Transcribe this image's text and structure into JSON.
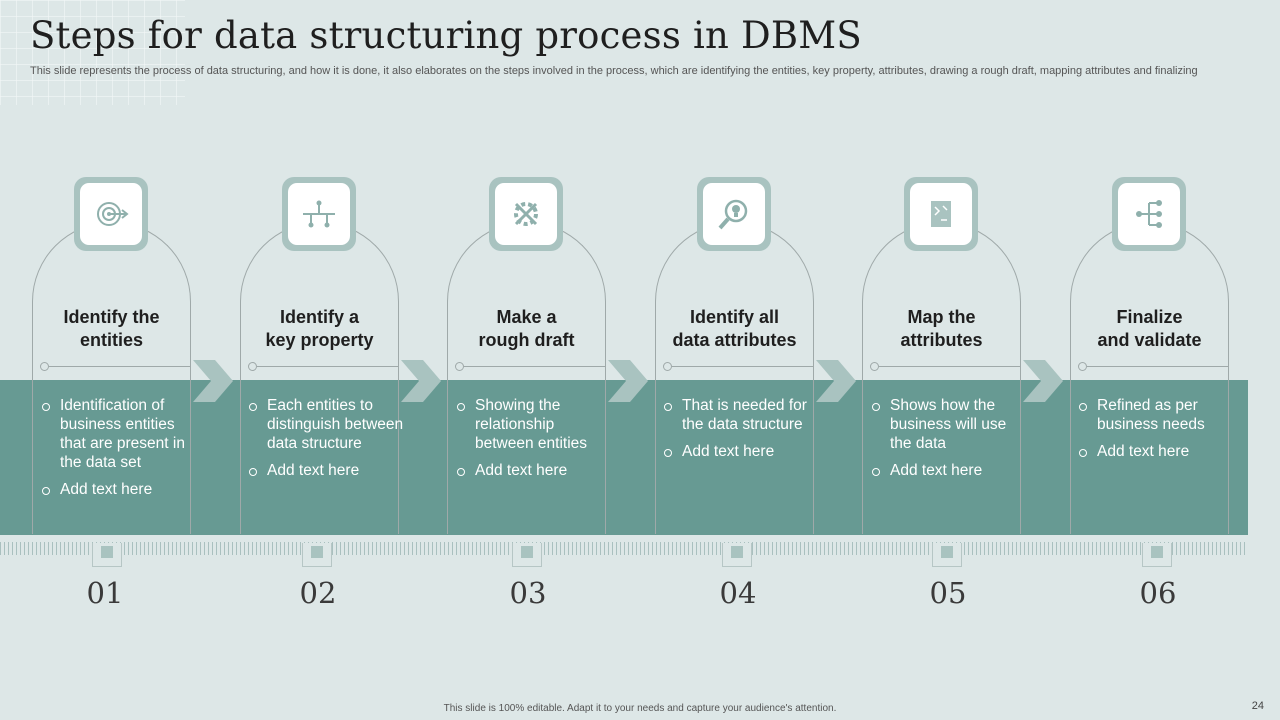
{
  "title": "Steps for data structuring process in DBMS",
  "subtitle": "This slide represents the process of data structuring, and how it is done, it also elaborates on the steps involved in the process, which are identifying the entities, key property, attributes, drawing a rough draft, mapping attributes and finalizing",
  "colors": {
    "background": "#dde7e7",
    "band": "#679a93",
    "accent": "#a9c3c0"
  },
  "steps": [
    {
      "number": "01",
      "icon": "target-icon",
      "heading_line1": "Identify the",
      "heading_line2": "entities",
      "bullets": [
        "Identification of business entities that are present in the data set",
        "Add text here"
      ]
    },
    {
      "number": "02",
      "icon": "network-nodes-icon",
      "heading_line1": "Identify a",
      "heading_line2": "key property",
      "bullets": [
        "Each entities to distinguish between data structure",
        "Add text here"
      ]
    },
    {
      "number": "03",
      "icon": "gear-tools-icon",
      "heading_line1": "Make a",
      "heading_line2": "rough draft",
      "bullets": [
        "Showing the relationship between entities",
        "Add text here"
      ]
    },
    {
      "number": "04",
      "icon": "magnifier-bulb-icon",
      "heading_line1": "Identify all",
      "heading_line2": "data attributes",
      "bullets": [
        "That is needed for the data structure",
        "Add text here"
      ]
    },
    {
      "number": "05",
      "icon": "document-map-icon",
      "heading_line1": "Map the",
      "heading_line2": "attributes",
      "bullets": [
        "Shows how the business will use the data",
        "Add text here"
      ]
    },
    {
      "number": "06",
      "icon": "hierarchy-icon",
      "heading_line1": "Finalize",
      "heading_line2": "and validate",
      "bullets": [
        "Refined as per business needs",
        "Add text here"
      ]
    }
  ],
  "footer": "This slide is 100% editable. Adapt it to your needs and capture your audience's attention.",
  "page_number": "24"
}
